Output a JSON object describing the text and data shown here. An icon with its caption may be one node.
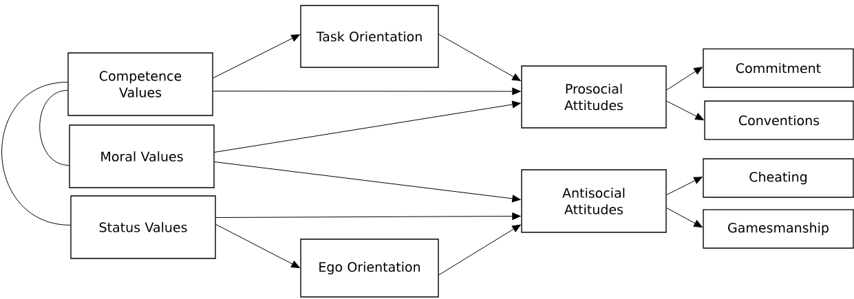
{
  "diagram": {
    "nodes": [
      {
        "text": [
          "Competence Values"
        ]
      },
      {
        "text": [
          "Moral Values"
        ]
      },
      {
        "text": [
          "Status Values"
        ]
      },
      {
        "text": [
          "Task Orientation"
        ]
      },
      {
        "text": [
          "Ego Orientation"
        ]
      },
      {
        "text": [
          "Prosocial Attitudes"
        ]
      },
      {
        "text": [
          "Antisocial Attitudes"
        ]
      },
      {
        "text": [
          "Commitment"
        ]
      },
      {
        "text": [
          "Conventions"
        ]
      },
      {
        "text": [
          "Cheating"
        ]
      },
      {
        "text": [
          "Gamesmanship"
        ]
      }
    ],
    "edges": [
      {
        "from": 0,
        "to": 3,
        "arrow": "to"
      },
      {
        "from": 0,
        "to": 5,
        "arrow": "to"
      },
      {
        "from": 1,
        "to": 5,
        "arrow": "to"
      },
      {
        "from": 1,
        "to": 6,
        "arrow": "to"
      },
      {
        "from": 2,
        "to": 6,
        "arrow": "to"
      },
      {
        "from": 2,
        "to": 4,
        "arrow": "to"
      },
      {
        "from": 3,
        "to": 5,
        "arrow": "to"
      },
      {
        "from": 4,
        "to": 6,
        "arrow": "to"
      },
      {
        "from": 5,
        "to": 7,
        "arrow": "to"
      },
      {
        "from": 5,
        "to": 8,
        "arrow": "to"
      },
      {
        "from": 6,
        "to": 9,
        "arrow": "to"
      },
      {
        "from": 6,
        "to": 10,
        "arrow": "to"
      },
      {
        "from": 0,
        "to": 1,
        "arrow": "none"
      },
      {
        "from": 0,
        "to": 2,
        "arrow": "none"
      }
    ]
  }
}
